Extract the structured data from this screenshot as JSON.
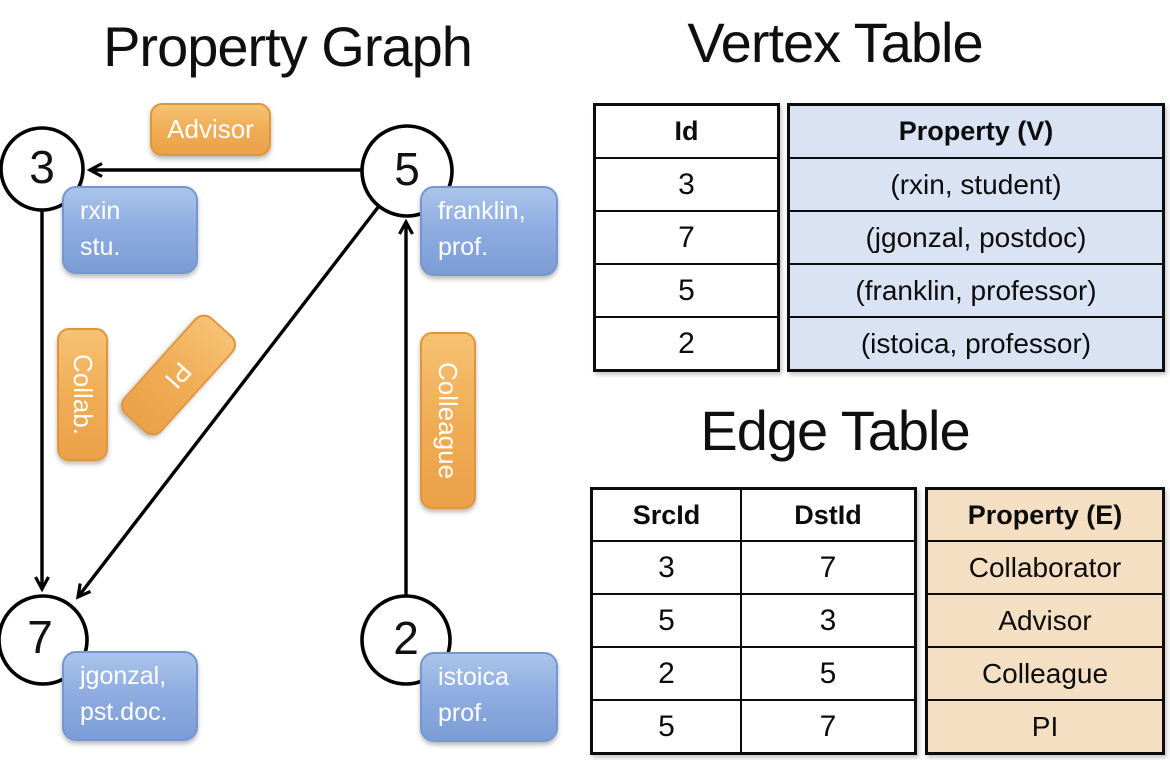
{
  "titles": {
    "graph": "Property Graph",
    "vertex_table": "Vertex Table",
    "edge_table": "Edge Table"
  },
  "graph": {
    "nodes": [
      {
        "id": "3",
        "label_line1": "rxin",
        "label_line2": "stu."
      },
      {
        "id": "5",
        "label_line1": "franklin,",
        "label_line2": "prof."
      },
      {
        "id": "7",
        "label_line1": "jgonzal,",
        "label_line2": "pst.doc."
      },
      {
        "id": "2",
        "label_line1": "istoica",
        "label_line2": "prof."
      }
    ],
    "edge_labels": {
      "advisor": "Advisor",
      "collab": "Collab.",
      "pi": "PI",
      "colleague": "Colleague"
    }
  },
  "vertex_table": {
    "headers": {
      "id": "Id",
      "property": "Property (V)"
    },
    "rows": [
      {
        "id": "3",
        "property": "(rxin, student)"
      },
      {
        "id": "7",
        "property": "(jgonzal, postdoc)"
      },
      {
        "id": "5",
        "property": "(franklin, professor)"
      },
      {
        "id": "2",
        "property": "(istoica, professor)"
      }
    ]
  },
  "edge_table": {
    "headers": {
      "src": "SrcId",
      "dst": "DstId",
      "property": "Property (E)"
    },
    "rows": [
      {
        "src": "3",
        "dst": "7",
        "property": "Collaborator"
      },
      {
        "src": "5",
        "dst": "3",
        "property": "Advisor"
      },
      {
        "src": "2",
        "dst": "5",
        "property": "Colleague"
      },
      {
        "src": "5",
        "dst": "7",
        "property": "PI"
      }
    ]
  },
  "colors": {
    "vertex_box_top": "#aac5eb",
    "vertex_box_bottom": "#7b9cd6",
    "edge_box_top": "#f6c273",
    "edge_box_bottom": "#eba148",
    "vertex_table_fill": "#dae3f3",
    "edge_table_fill": "#f4dfc2",
    "line": "#000000"
  }
}
